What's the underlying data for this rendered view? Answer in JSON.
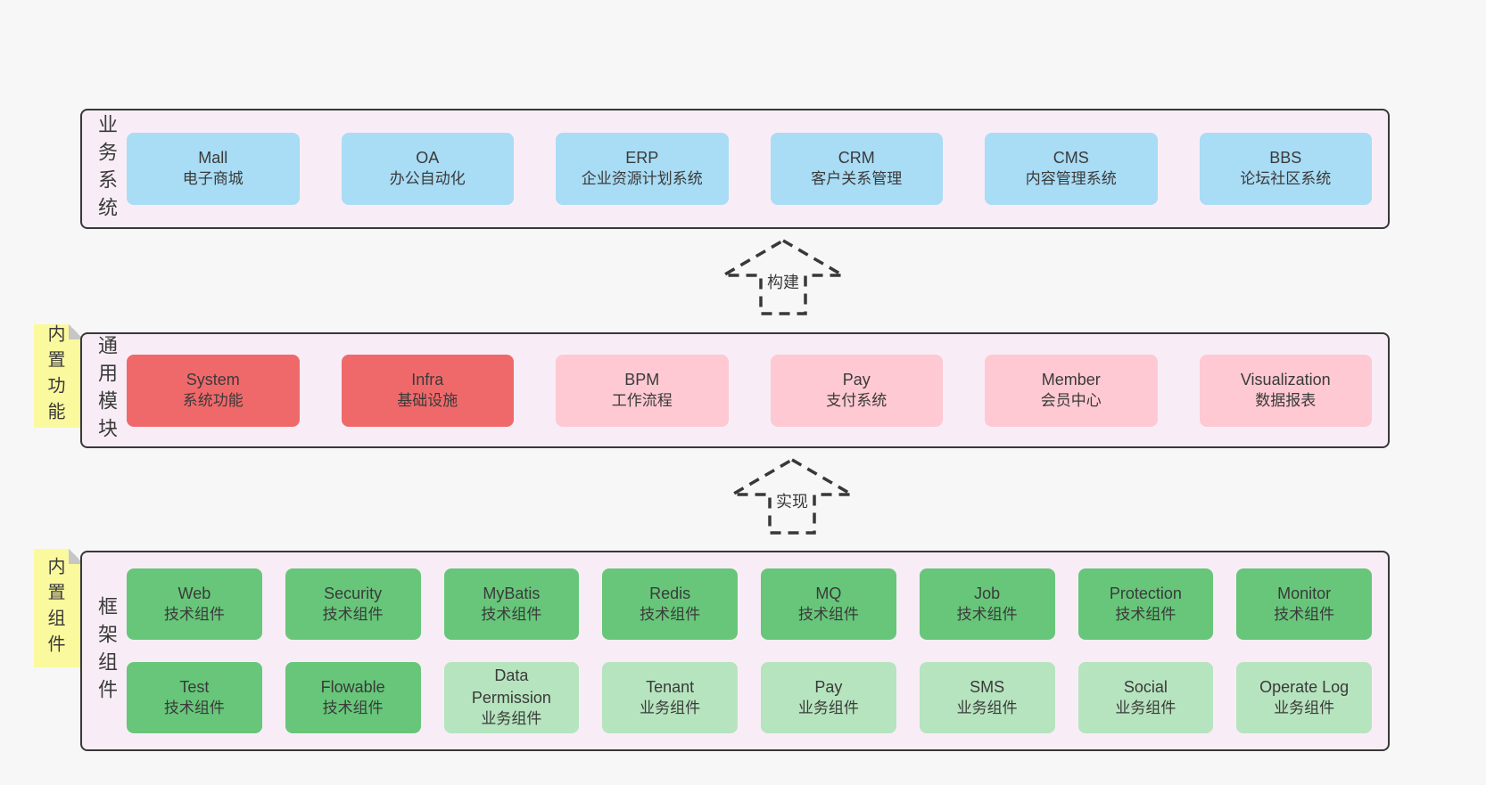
{
  "diagram": {
    "background": "#f7f7f7",
    "arrows": [
      {
        "label": "构建",
        "direction": "up"
      },
      {
        "label": "实现",
        "direction": "up"
      }
    ],
    "layers": {
      "business": {
        "label": "业务系统",
        "boxes": [
          {
            "name": "Mall",
            "desc": "电子商城",
            "type": "blue"
          },
          {
            "name": "OA",
            "desc": "办公自动化",
            "type": "blue"
          },
          {
            "name": "ERP",
            "desc": "企业资源计划系统",
            "type": "blue"
          },
          {
            "name": "CRM",
            "desc": "客户关系管理",
            "type": "blue"
          },
          {
            "name": "CMS",
            "desc": "内容管理系统",
            "type": "blue"
          },
          {
            "name": "BBS",
            "desc": "论坛社区系统",
            "type": "blue"
          }
        ]
      },
      "modules": {
        "note": "内置功能",
        "label": "通用模块",
        "boxes": [
          {
            "name": "System",
            "desc": "系统功能",
            "type": "red"
          },
          {
            "name": "Infra",
            "desc": "基础设施",
            "type": "red"
          },
          {
            "name": "BPM",
            "desc": "工作流程",
            "type": "pink"
          },
          {
            "name": "Pay",
            "desc": "支付系统",
            "type": "pink"
          },
          {
            "name": "Member",
            "desc": "会员中心",
            "type": "pink"
          },
          {
            "name": "Visualization",
            "desc": "数据报表",
            "type": "pink"
          }
        ]
      },
      "components": {
        "note": "内置组件",
        "label": "框架组件",
        "boxes": [
          {
            "name": "Web",
            "desc": "技术组件",
            "type": "green"
          },
          {
            "name": "Security",
            "desc": "技术组件",
            "type": "green"
          },
          {
            "name": "MyBatis",
            "desc": "技术组件",
            "type": "green"
          },
          {
            "name": "Redis",
            "desc": "技术组件",
            "type": "green"
          },
          {
            "name": "MQ",
            "desc": "技术组件",
            "type": "green"
          },
          {
            "name": "Job",
            "desc": "技术组件",
            "type": "green"
          },
          {
            "name": "Protection",
            "desc": "技术组件",
            "type": "green"
          },
          {
            "name": "Monitor",
            "desc": "技术组件",
            "type": "green"
          },
          {
            "name": "Test",
            "desc": "技术组件",
            "type": "green"
          },
          {
            "name": "Flowable",
            "desc": "技术组件",
            "type": "green"
          },
          {
            "name": "Data Permission",
            "desc": "业务组件",
            "type": "lightgreen"
          },
          {
            "name": "Tenant",
            "desc": "业务组件",
            "type": "lightgreen"
          },
          {
            "name": "Pay",
            "desc": "业务组件",
            "type": "lightgreen"
          },
          {
            "name": "SMS",
            "desc": "业务组件",
            "type": "lightgreen"
          },
          {
            "name": "Social",
            "desc": "业务组件",
            "type": "lightgreen"
          },
          {
            "name": "Operate Log",
            "desc": "业务组件",
            "type": "lightgreen"
          }
        ]
      }
    },
    "colors": {
      "page_background": "#f7f7f7",
      "layer_bg": "#f8edf6",
      "layer_border": "#383838",
      "box_blue": "#a9dcf5",
      "box_red": "#f0696a",
      "box_pink": "#fec9d2",
      "box_green": "#67c679",
      "box_lightgreen": "#b6e4be",
      "note_yellow": "#fbf99e",
      "text": "#3a3a3a"
    }
  }
}
